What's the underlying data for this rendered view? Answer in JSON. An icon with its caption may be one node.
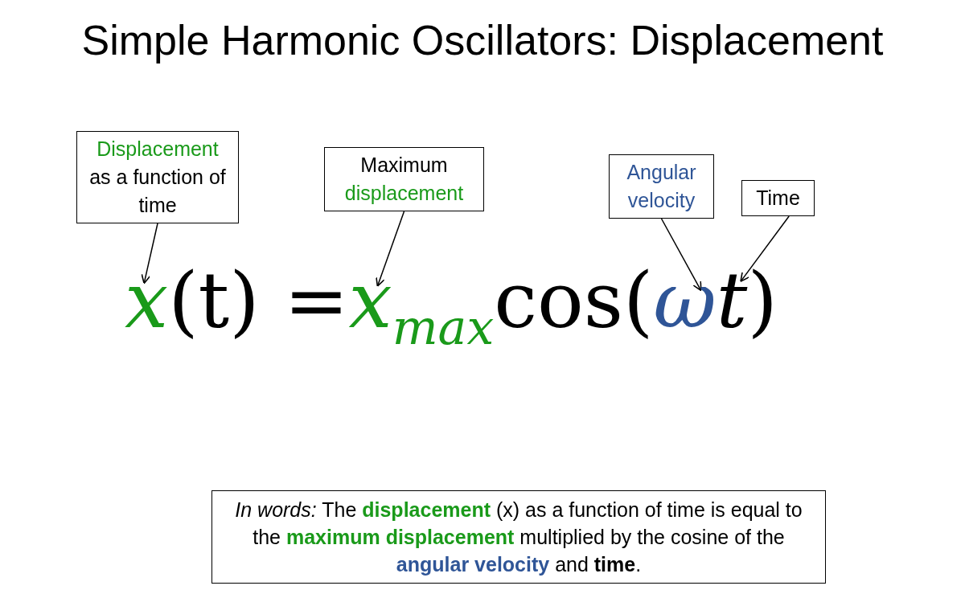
{
  "diagram": {
    "title": "Simple Harmonic Oscillators: Displacement",
    "nodes": [
      {
        "text": [
          "Displacement",
          "as a function of time"
        ]
      },
      {
        "text": [
          "Maximum",
          "displacement"
        ]
      },
      {
        "text": [
          "Angular velocity"
        ]
      },
      {
        "text": [
          "Time"
        ]
      },
      {
        "text": [
          "x"
        ]
      },
      {
        "text": [
          "x$_{max}$"
        ]
      },
      {
        "text": [
          "ω"
        ]
      },
      {
        "text": [
          "t"
        ]
      },
      {
        "text": [
          "*In words:* The **displacement** (x) as a function of time is equal to the **maximum displacement** multiplied by the cosine of the **angular velocity** and **time**."
        ]
      }
    ],
    "edges": [
      {
        "from": 0,
        "to": 4,
        "arrow": "to"
      },
      {
        "from": 1,
        "to": 5,
        "arrow": "to"
      },
      {
        "from": 2,
        "to": 6,
        "arrow": "to"
      },
      {
        "from": 3,
        "to": 7,
        "arrow": "to"
      }
    ],
    "labels": [
      "(t) =",
      "cos(",
      ")"
    ]
  }
}
